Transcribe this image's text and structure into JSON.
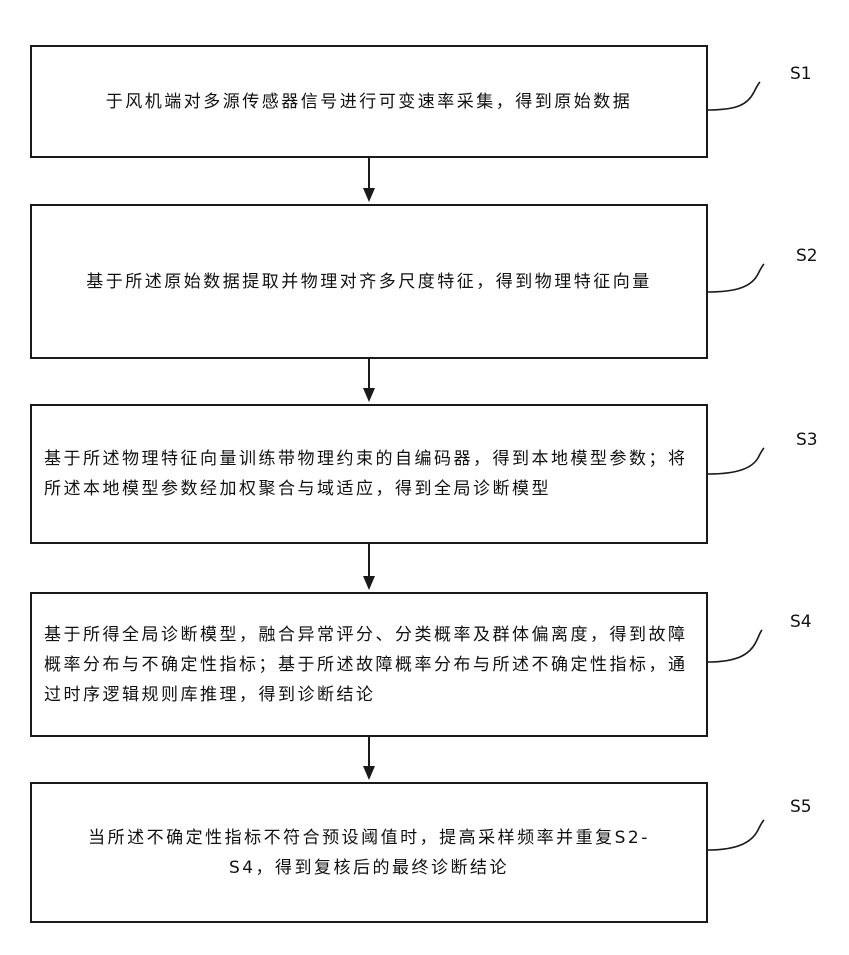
{
  "steps": [
    {
      "id": "S1",
      "label": "S1",
      "text": "于风机端对多源传感器信号进行可变速率采集，得到原始数据"
    },
    {
      "id": "S2",
      "label": "S2",
      "text": "基于所述原始数据提取并物理对齐多尺度特征，得到物理特征向量"
    },
    {
      "id": "S3",
      "label": "S3",
      "text": "基于所述物理特征向量训练带物理约束的自编码器，得到本地模型参数；将所述本地模型参数经加权聚合与域适应，得到全局诊断模型"
    },
    {
      "id": "S4",
      "label": "S4",
      "text": "基于所得全局诊断模型，融合异常评分、分类概率及群体偏离度，得到故障概率分布与不确定性指标；基于所述故障概率分布与所述不确定性指标，通过时序逻辑规则库推理，得到诊断结论"
    },
    {
      "id": "S5",
      "label": "S5",
      "text": "当所述不确定性指标不符合预设阈值时，提高采样频率并重复S2-S4，得到复核后的最终诊断结论"
    }
  ]
}
